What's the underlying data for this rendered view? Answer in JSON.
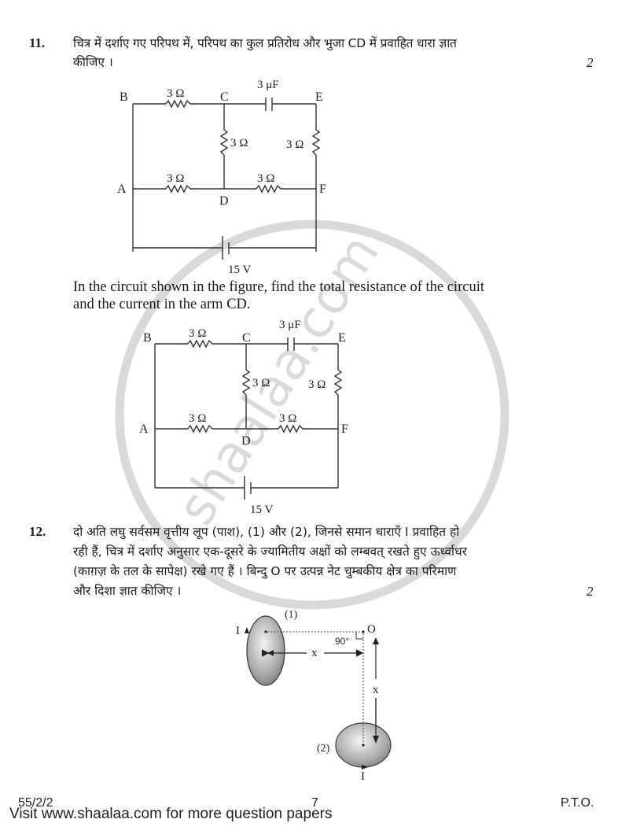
{
  "page": {
    "footer": {
      "paper_code": "55/2/2",
      "page_number": "7",
      "pto": "P.T.O.",
      "visit_text": "Visit www.shaalaa.com for more question papers"
    },
    "watermark": {
      "text": "shaalaa.com",
      "color": "#d8d8d8"
    }
  },
  "questions": [
    {
      "number": "11.",
      "marks": "2",
      "hindi_lines": [
        "चित्र में दर्शाए गए परिपथ में, परिपथ का कुल प्रतिरोध और भुजा CD में प्रवाहित धारा ज्ञात",
        "कीजिए ।"
      ],
      "english_lines": [
        "In the circuit shown in the figure, find the total resistance of the circuit",
        "and the current in the arm CD."
      ],
      "figure": {
        "nodes": [
          "A",
          "B",
          "C",
          "D",
          "E",
          "F"
        ],
        "labels": {
          "R_BC": "3 Ω",
          "R_CD": "3 Ω",
          "R_EF": "3 Ω",
          "R_AD": "3 Ω",
          "R_DF": "3 Ω",
          "C_CE": "3 μF",
          "battery": "15 V"
        }
      }
    },
    {
      "number": "12.",
      "marks": "2",
      "hindi_lines": [
        "दो अति लघु सर्वसम वृत्तीय लूप (पाश), (1) और (2), जिनसे समान धाराएँ I प्रवाहित हो",
        "रही हैं, चित्र में दर्शाए अनुसार एक-दूसरे के ज्यामितीय अक्षों को लम्बवत् रखते हुए ऊर्ध्वाधर",
        "(काग़ज़ के तल के सापेक्ष) रखे गए हैं । बिन्दु O पर उत्पन्न नेट चुम्बकीय क्षेत्र का परिमाण",
        "और दिशा ज्ञात कीजिए ।"
      ],
      "figure": {
        "loop1_label": "(1)",
        "loop2_label": "(2)",
        "current1": "I",
        "current2": "I",
        "point": "O",
        "angle": "90°",
        "dist_horizontal": "x",
        "dist_vertical": "x"
      }
    }
  ]
}
